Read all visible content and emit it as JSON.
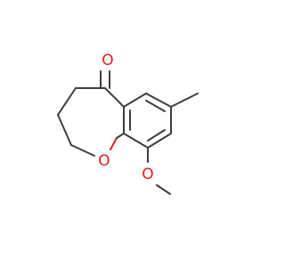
{
  "molecule": {
    "atoms": {
      "carbonyl_oxygen": {
        "label": "O",
        "color": "#e31a1a"
      },
      "ring_oxygen": {
        "label": "O",
        "color": "#e31a1a"
      },
      "methoxy_oxygen": {
        "label": "O",
        "color": "#e31a1a"
      }
    },
    "bond_color": "#3d3d3d"
  }
}
